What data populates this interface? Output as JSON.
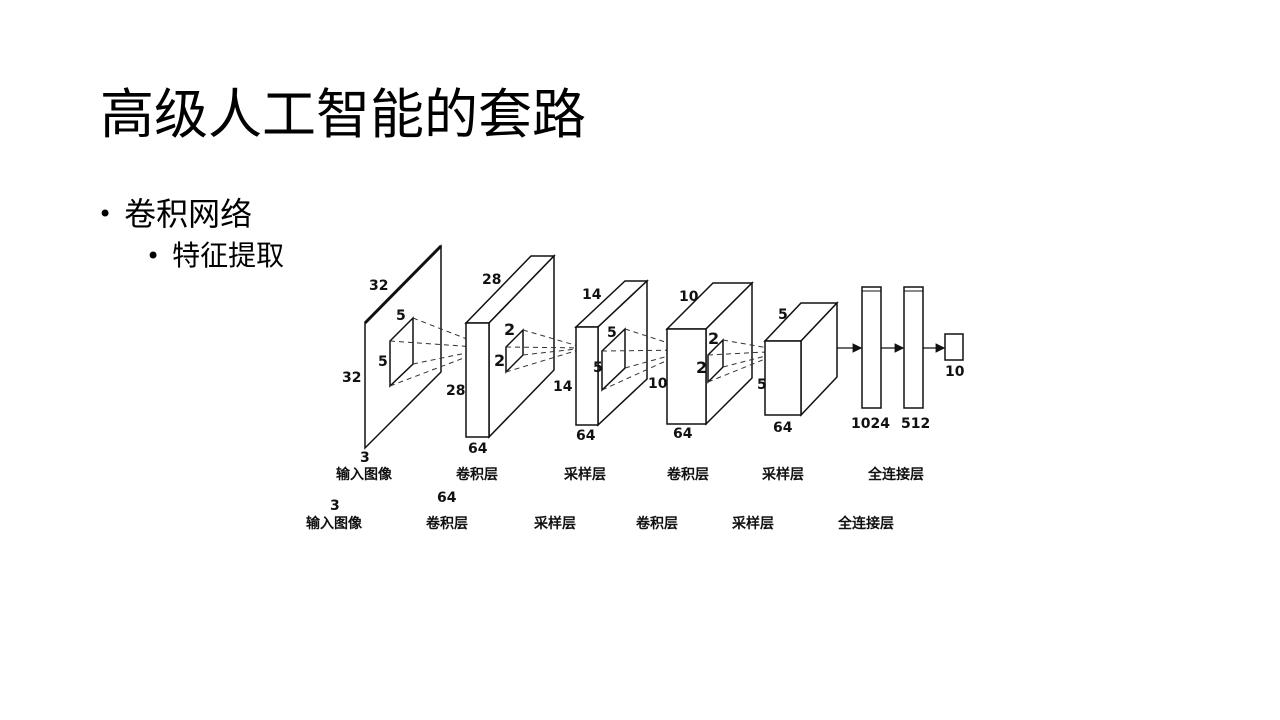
{
  "slide": {
    "title": "高级人工智能的套路",
    "bullet_1": "卷积网络",
    "bullet_2": "特征提取",
    "bullet_symbol": "•"
  },
  "diagram": {
    "input": {
      "top": "32",
      "side": "32",
      "depth": "3",
      "kernel_w": "5",
      "kernel_h": "5"
    },
    "conv1": {
      "top": "28",
      "side": "28",
      "depth": "64",
      "kernel_w": "2",
      "kernel_h": "2"
    },
    "pool1": {
      "top": "14",
      "side": "14",
      "depth": "64",
      "kernel_w": "5",
      "kernel_h": "5"
    },
    "conv2": {
      "top": "10",
      "side": "10",
      "depth": "64",
      "kernel_w": "2",
      "kernel_h": "2"
    },
    "pool2": {
      "top": "5",
      "side": "5",
      "depth": "64"
    },
    "fc1": "1024",
    "fc2": "512",
    "output": "10",
    "labels": [
      "输入图像",
      "卷积层",
      "采样层",
      "卷积层",
      "采样层",
      "全连接层"
    ],
    "labels_dup": [
      "输入图像",
      "卷积层",
      "采样层",
      "卷积层",
      "采样层",
      "全连接层"
    ],
    "dup_depth_input": "3",
    "dup_depth_conv": "64"
  }
}
